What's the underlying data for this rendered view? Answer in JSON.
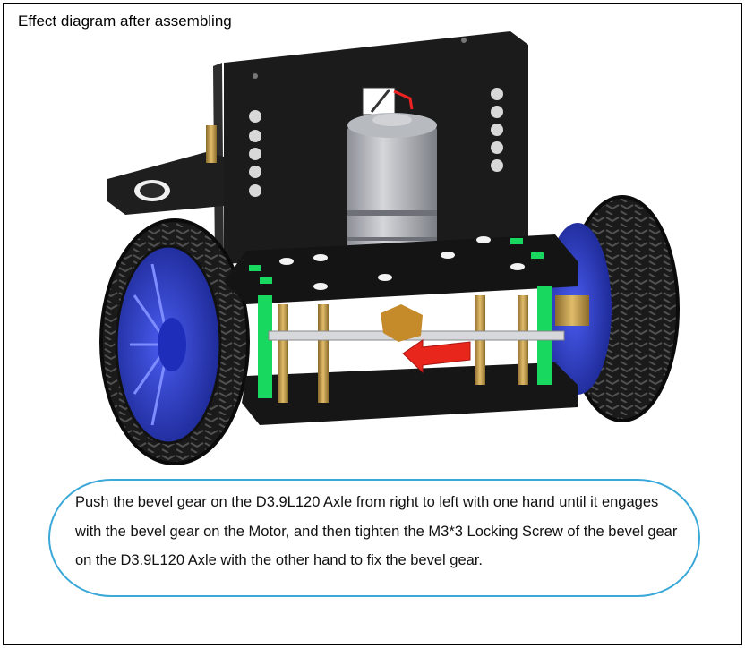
{
  "page": {
    "title": "Effect diagram after assembling"
  },
  "callout": {
    "text": "Push the bevel gear on the D3.9L120 Axle from right to left with one hand until it engages with the bevel gear on the Motor, and then tighten the M3*3 Locking Screw of the bevel gear on the D3.9L120 Axle with the other hand to fix the bevel gear."
  },
  "figure": {
    "subject": "robot-chassis-assembly",
    "arrow_color": "#e8261c",
    "wheel_hub_color": "#2c3fd6",
    "green_marker_color": "#18d860",
    "brass_color": "#c8a050"
  }
}
